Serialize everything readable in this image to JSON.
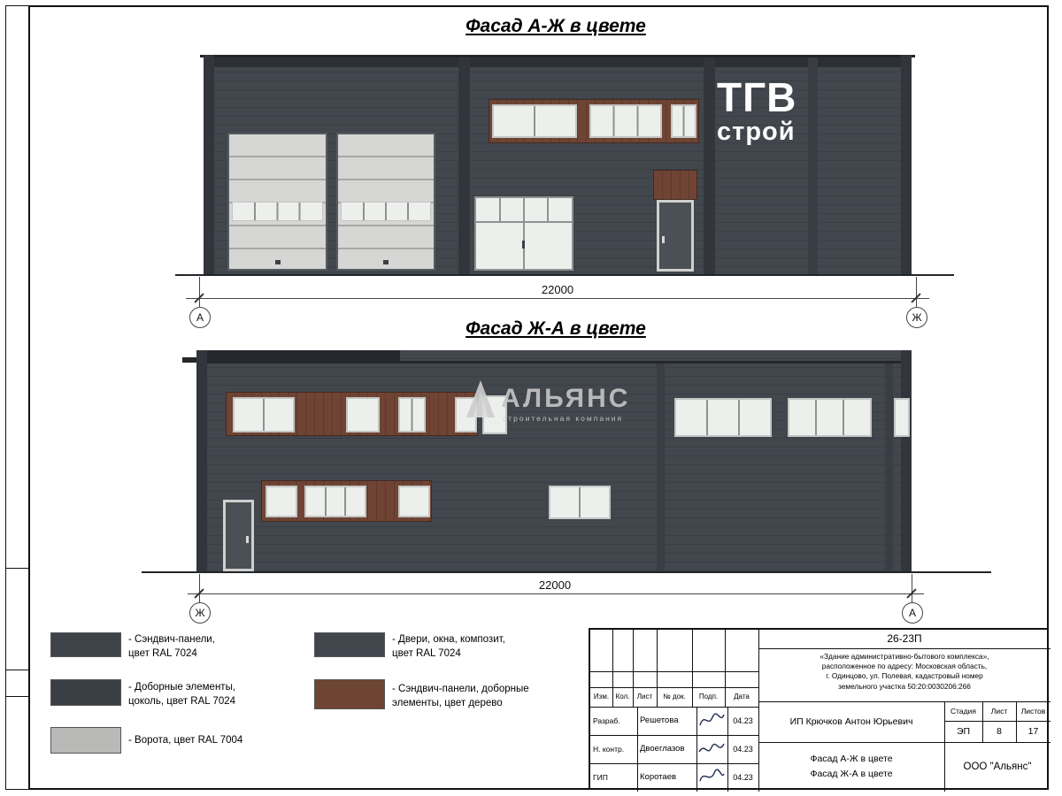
{
  "colors": {
    "panel_dark": "#40454c",
    "panel_trim": "#32363c",
    "gate_gray": "#d6d6d4",
    "wood_brown": "#6f4434",
    "window_pane": "#edefed",
    "logo_white": "#ffffff",
    "watermark_gray": "#c6c6c6"
  },
  "facade1": {
    "title": "Фасад А-Ж в цвете",
    "dimension": "22000",
    "axis_left": "А",
    "axis_right": "Ж",
    "logo_line1": "ТГВ",
    "logo_line2": "строй"
  },
  "facade2": {
    "title": "Фасад Ж-А в цвете",
    "dimension": "22000",
    "axis_left": "Ж",
    "axis_right": "А",
    "watermark_title": "АЛЬЯНС",
    "watermark_subtitle": "строительная компания"
  },
  "legend": {
    "items": [
      {
        "label": "- Сэндвич-панели,\nцвет RAL 7024",
        "color": "#3e434a"
      },
      {
        "label": "- Доборные элементы,\nцоколь, цвет RAL 7024",
        "color": "#3a3f46"
      },
      {
        "label": "- Ворота, цвет RAL 7004",
        "color": "#b9bab8"
      },
      {
        "label": "- Двери, окна, композит,\nцвет RAL 7024",
        "color": "#41464d"
      },
      {
        "label": "- Сэндвич-панели, доборные\nэлементы, цвет дерево",
        "color": "#6e4433"
      }
    ]
  },
  "stamp": {
    "project_code": "26-23П",
    "object_info": "«Здание административно-бытового комплекса»,\nрасположенное по адресу: Московская область,\nг. Одинцово, ул. Полевая, кадастровый номер\nземельного участка 50:20:0030206:266",
    "columns": [
      "Изм.",
      "Кол.",
      "Лист",
      "№ док.",
      "Подп.",
      "Дата"
    ],
    "rows": [
      {
        "role": "Разраб.",
        "name": "Решетова",
        "date": "04.23"
      },
      {
        "role": "Н. контр.",
        "name": "Двоеглазов",
        "date": "04.23"
      },
      {
        "role": "ГИП",
        "name": "Коротаев",
        "date": "04.23"
      }
    ],
    "client": "ИП Крючков Антон Юрьевич",
    "stage_label": "Стадия",
    "sheet_label": "Лист",
    "total_label": "Листов",
    "stage": "ЭП",
    "sheet": "8",
    "total": "17",
    "sheet_title": "Фасад А-Ж в цвете\nФасад Ж-А в цвете",
    "company": "ООО \"Альянс\""
  }
}
